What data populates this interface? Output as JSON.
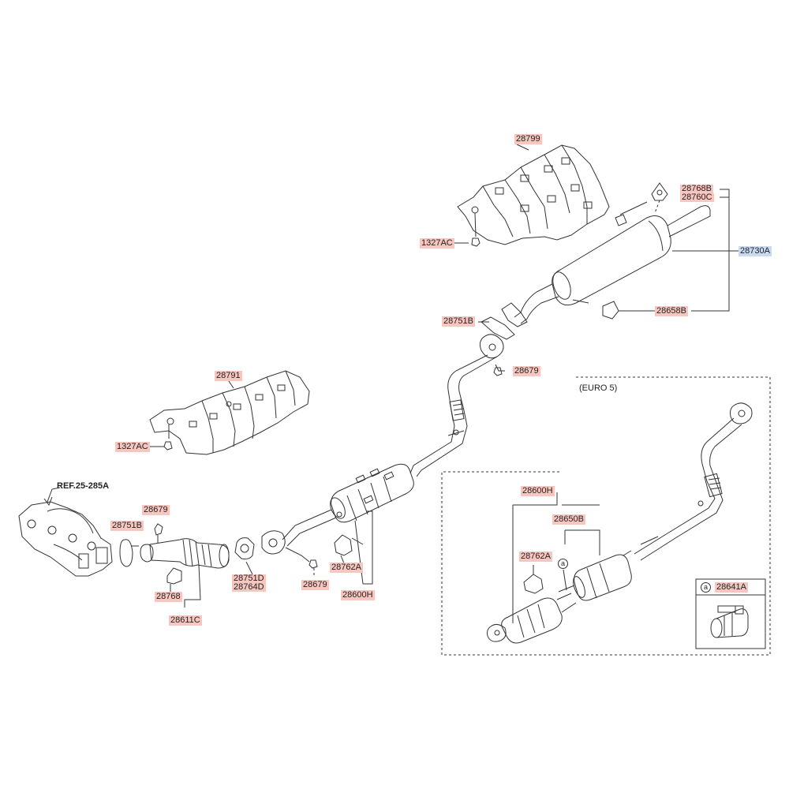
{
  "labels": {
    "p28799": "28799",
    "p28768B": "28768B",
    "p28760C": "28760C",
    "p28730A": "28730A",
    "p1327AC_top": "1327AC",
    "p28751B_top": "28751B",
    "p28658B": "28658B",
    "p28679_mid": "28679",
    "p28791": "28791",
    "p1327AC_mid": "1327AC",
    "ref": "REF.25-285A",
    "p28679_left": "28679",
    "p28751B_left": "28751B",
    "p28768": "28768",
    "p28611C": "28611C",
    "p28751D": "28751D",
    "p28764D": "28764D",
    "p28679_low": "28679",
    "p28762A_left": "28762A",
    "p28600H_left": "28600H",
    "euro": "(EURO 5)",
    "p28600H_right": "28600H",
    "p28650B": "28650B",
    "p28762A_right": "28762A",
    "p28641A": "28641A",
    "callout_a": "a"
  },
  "colors": {
    "label_bg": "#f6c7c0",
    "label_bg_assembly": "#c9daf2",
    "line": "#333333"
  }
}
